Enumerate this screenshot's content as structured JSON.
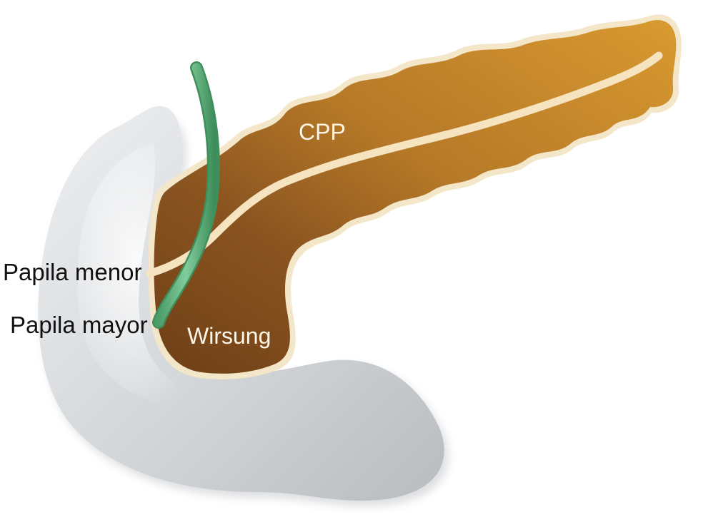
{
  "labels": {
    "cpp": "CPP",
    "wirsung": "Wirsung",
    "papila_menor": "Papila menor",
    "papila_mayor": "Papila mayor"
  },
  "colors": {
    "duodenum_light": "#eceef0",
    "duodenum_dark": "#b9bcc0",
    "pancreas_tail": "#d4952e",
    "pancreas_head": "#7a4719",
    "pancreas_outline": "#f4e6c8",
    "duct_cream": "#f6e3c0",
    "bile_duct_green": "#6dbf8a",
    "bile_duct_dark": "#3f8f5c",
    "label_text": "#111111",
    "inside_label_text": "#fff6e6"
  }
}
